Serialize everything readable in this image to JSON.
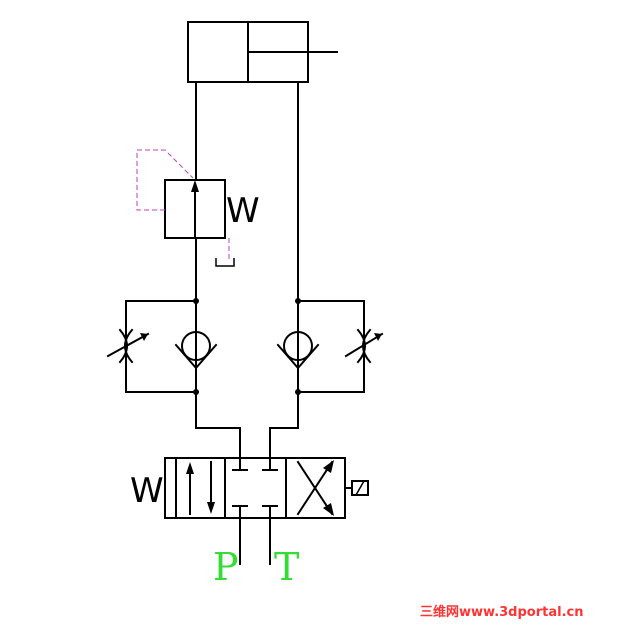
{
  "labels": {
    "port_p": "P",
    "port_t": "T",
    "spring_top": "W",
    "spring_valve": "W"
  },
  "watermark": "三维网www.3dportal.cn",
  "colors": {
    "line": "#000000",
    "pilot_line": "#c040c0",
    "port_label": "#33dd33",
    "watermark": "#ff3333"
  }
}
